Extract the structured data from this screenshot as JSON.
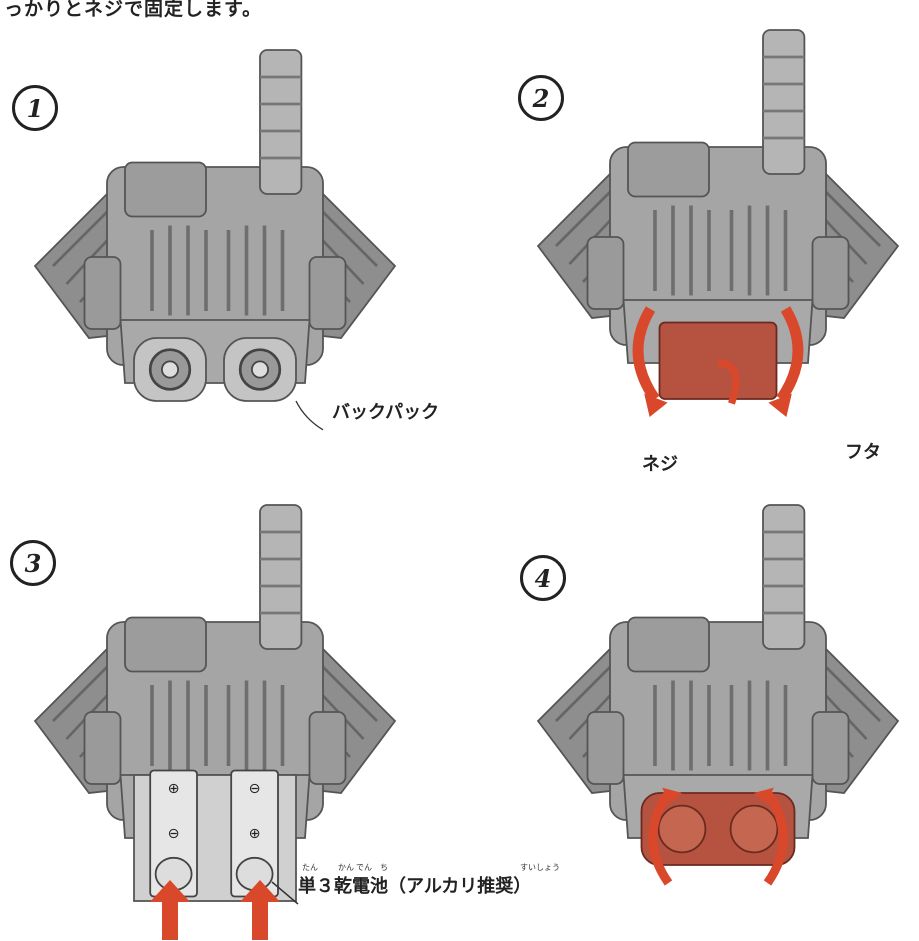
{
  "header": {
    "text": "っかりとネジで固定します。"
  },
  "steps": [
    "1",
    "2",
    "3",
    "4"
  ],
  "labels": {
    "backpack": "バックパック",
    "screw": "ネジ",
    "lid": "フタ",
    "battery": "単３乾電池（アルカリ推奨）"
  },
  "ruby": {
    "tan": "たん",
    "kan": "かん",
    "den": "でん",
    "chi": "ち",
    "suisho": "すいしょう"
  },
  "colors": {
    "model": "#9a9a9a",
    "arrow": "#d9482b",
    "lid": "#b55340"
  }
}
